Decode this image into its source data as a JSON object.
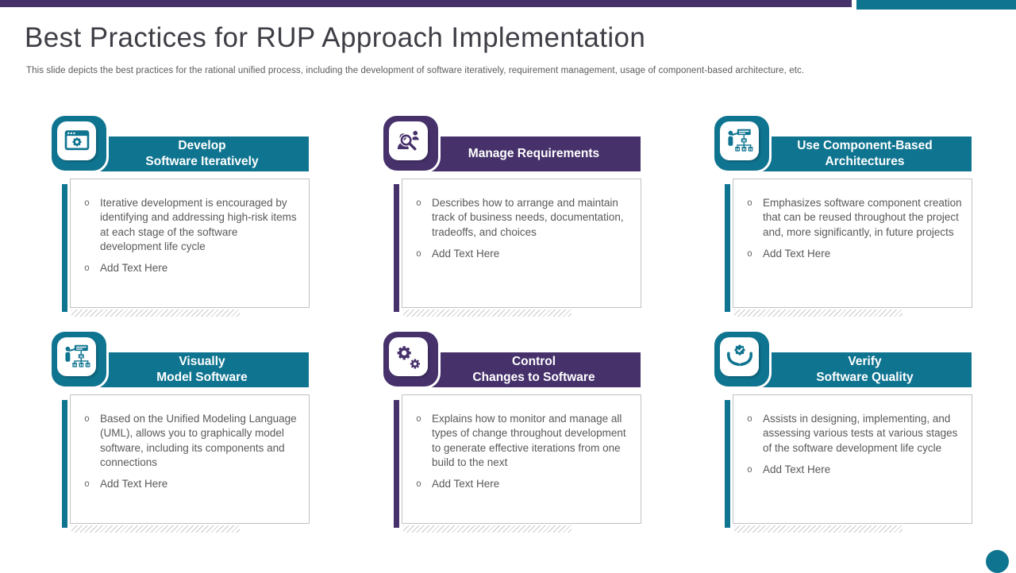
{
  "slide": {
    "title": "Best Practices for RUP Approach Implementation",
    "subtitle": "This slide depicts the best practices for the rational unified process, including the development of software iteratively,  requirement management, usage of component-based architecture, etc."
  },
  "colors": {
    "teal": "#0f7490",
    "purple": "#46316b",
    "top_bar_purple": "#46316b",
    "top_bar_teal": "#0f7490",
    "body_text": "#595959",
    "title_text": "#3e3e46"
  },
  "ui": {
    "bullet_marker": "o"
  },
  "decor": {
    "bottom_circle_color": "#0f7490"
  },
  "cards": [
    {
      "accent": "teal",
      "icon": "browser-gear-icon",
      "title": "Develop\nSoftware Iteratively",
      "bullets": [
        "Iterative development is encouraged by identifying and addressing high-risk items at each stage of the software development life cycle",
        "Add Text Here"
      ]
    },
    {
      "accent": "purple",
      "icon": "people-search-icon",
      "title": "Manage Requirements",
      "bullets": [
        "Describes how to arrange and maintain track of business needs, documentation, tradeoffs, and choices",
        "Add Text Here"
      ]
    },
    {
      "accent": "teal",
      "icon": "presenter-flowchart-icon",
      "title": "Use Component-Based\nArchitectures",
      "bullets": [
        "Emphasizes software component creation that can be reused throughout the project and, more significantly, in future projects",
        "Add Text Here"
      ]
    },
    {
      "accent": "teal",
      "icon": "presenter-flowchart-icon",
      "title": "Visually\nModel Software",
      "bullets": [
        "Based on the Unified Modeling Language (UML), allows you to graphically model software, including its components and connections",
        "Add Text Here"
      ]
    },
    {
      "accent": "purple",
      "icon": "gears-icon",
      "title": "Control\nChanges to Software",
      "bullets": [
        "Explains how to monitor and manage all types of change throughout development to generate effective iterations from one build to the next",
        "Add Text Here"
      ]
    },
    {
      "accent": "teal",
      "icon": "hands-badge-icon",
      "title": "Verify\nSoftware Quality",
      "bullets": [
        "Assists in designing, implementing, and assessing various tests at various stages of the software development life cycle",
        "Add Text Here"
      ]
    }
  ]
}
